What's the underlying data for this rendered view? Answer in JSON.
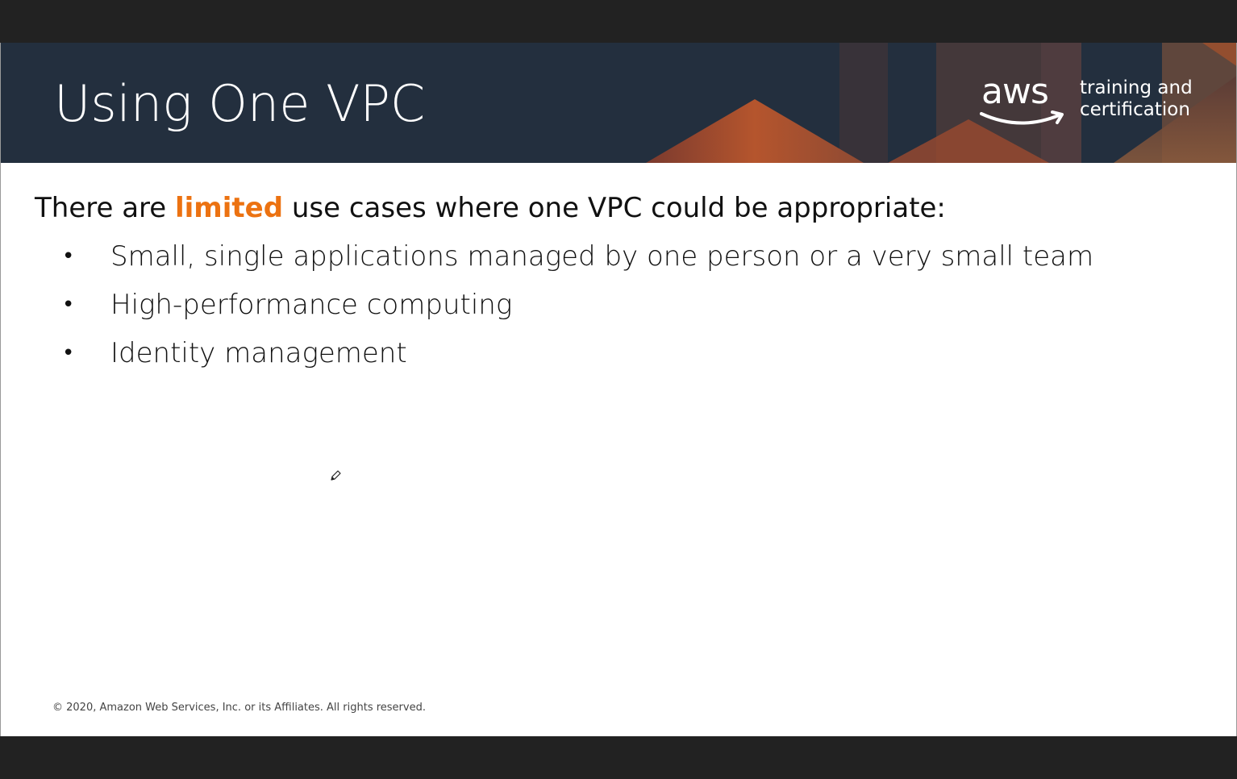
{
  "slide": {
    "title": "Using One VPC",
    "brand": {
      "logo_word": "aws",
      "tagline_line1": "training and",
      "tagline_line2": "certification"
    },
    "lead": {
      "before": "There are ",
      "highlight": "limited",
      "after": " use cases where one VPC could be appropriate:"
    },
    "bullets": [
      "Small, single applications managed by one person or a very small team",
      "High-performance computing",
      "Identity management"
    ],
    "footer": "© 2020, Amazon Web Services, Inc. or its Affiliates. All rights reserved."
  },
  "colors": {
    "header_bg": "#232f3e",
    "accent": "#ec7211",
    "letterbox": "#222222"
  },
  "icons": {
    "cursor": "pen-cursor-icon",
    "logo": "aws-smile-logo"
  }
}
